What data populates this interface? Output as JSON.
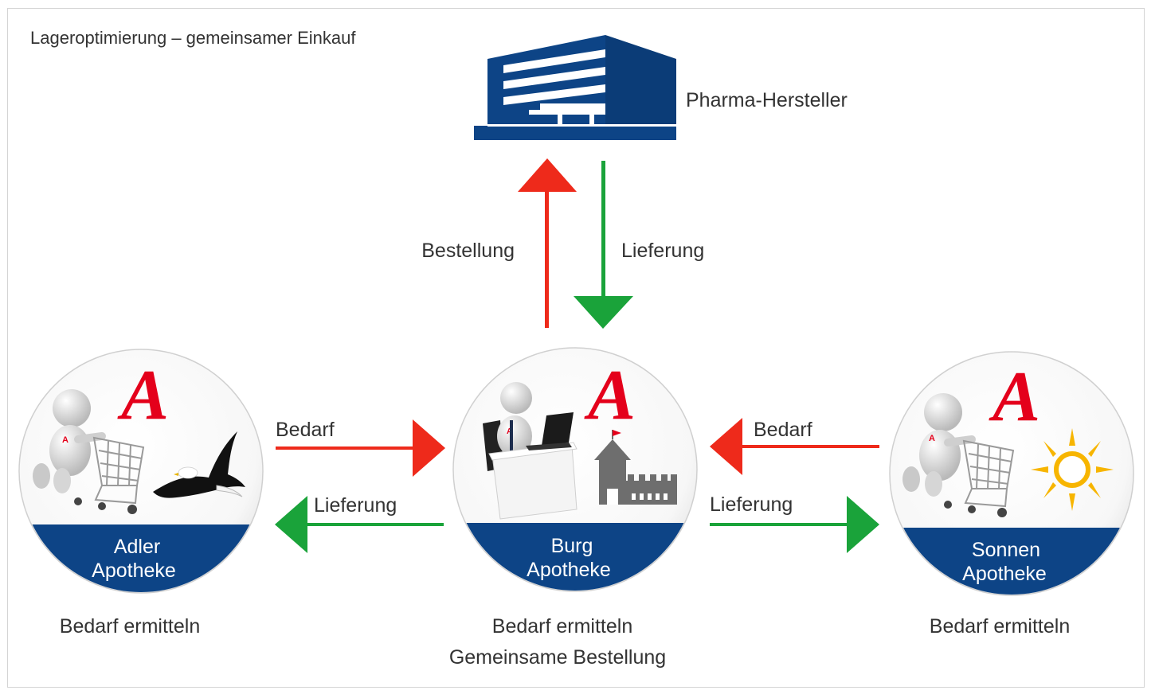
{
  "title": "Lageroptimierung – gemeinsamer Einkauf",
  "manufacturer": {
    "label": "Pharma-Hersteller",
    "icon": "factory-building-icon"
  },
  "flows": {
    "order_label": "Bestellung",
    "delivery_label": "Lieferung",
    "demand_left_label": "Bedarf",
    "delivery_left_label": "Lieferung",
    "demand_right_label": "Bedarf",
    "delivery_right_label": "Lieferung"
  },
  "pharmacies": [
    {
      "name_line1": "Adler",
      "name_line2": "Apotheke",
      "caption": "Bedarf ermitteln",
      "icon": "eagle-icon",
      "logo": "A"
    },
    {
      "name_line1": "Burg",
      "name_line2": "Apotheke",
      "caption": "Bedarf ermitteln",
      "caption2": "Gemeinsame Bestellung",
      "icon": "castle-icon",
      "logo": "A"
    },
    {
      "name_line1": "Sonnen",
      "name_line2": "Apotheke",
      "caption": "Bedarf ermitteln",
      "icon": "sun-icon",
      "logo": "A"
    }
  ],
  "colors": {
    "brand_blue": "#0d4486",
    "order_red": "#ee2a1b",
    "delivery_green": "#1aa33a",
    "logo_red": "#e4001b"
  }
}
